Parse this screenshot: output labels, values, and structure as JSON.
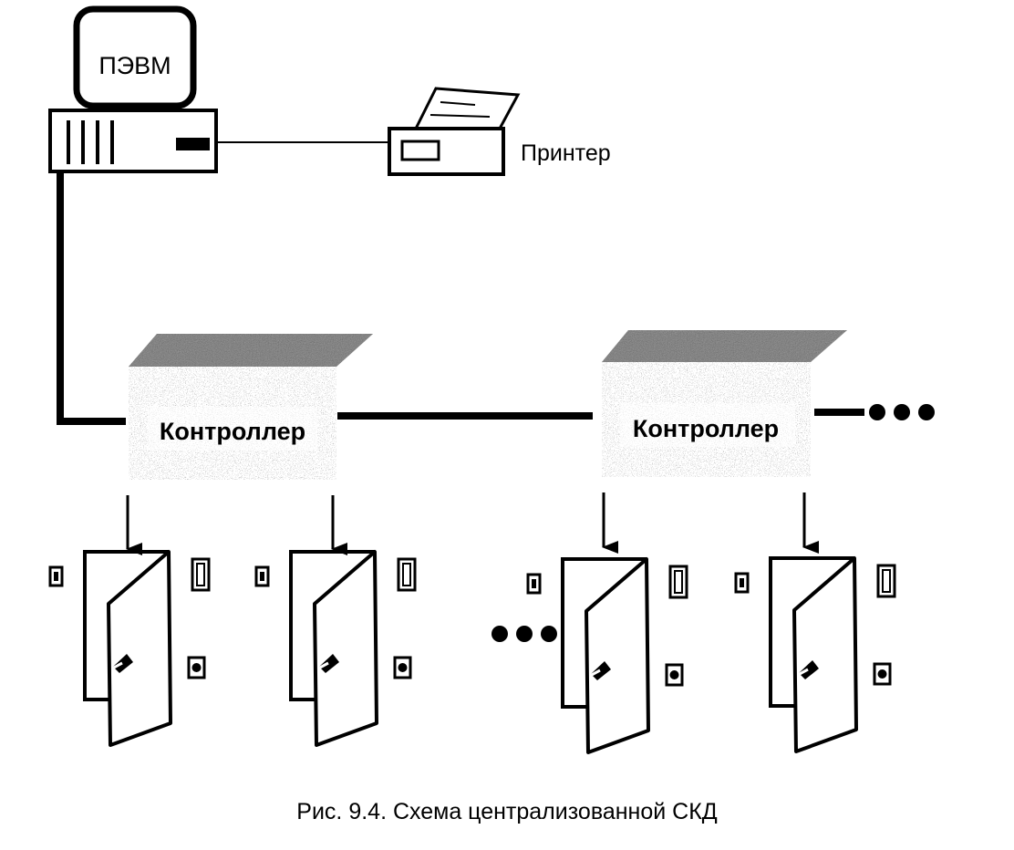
{
  "pc": {
    "label": "ПЭВМ"
  },
  "printer": {
    "label": "Принтер"
  },
  "controllers": [
    {
      "label": "Контроллер"
    },
    {
      "label": "Контроллер"
    }
  ],
  "caption": "Рис. 9.4. Схема централизованной СКД",
  "colors": {
    "ink": "#000000",
    "background": "#ffffff",
    "shade": "#444444"
  }
}
